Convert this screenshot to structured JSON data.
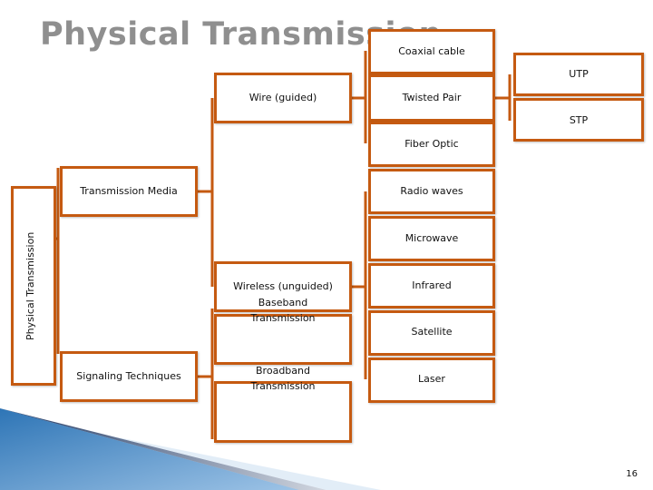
{
  "title": "Physical Transmission",
  "side_label": "Physical Transmission",
  "nodes": {
    "transmission_media": "Transmission Media",
    "signaling_techniques": "Signaling Techniques",
    "wire": "Wire (guided)",
    "wireless": "Wireless (unguided)",
    "baseband": "Baseband Transmission",
    "broadband": "Broadband Transmission",
    "coaxial": "Coaxial cable",
    "twisted_pair": "Twisted Pair",
    "fiber_optic": "Fiber Optic",
    "utp": "UTP",
    "stp": "STP",
    "radio_waves": "Radio waves",
    "microwave": "Microwave",
    "infrared": "Infrared",
    "satellite": "Satellite",
    "laser": "Laser"
  },
  "page_number": "16",
  "colors": {
    "border": "#c55a11",
    "title": "#8f8f8f",
    "accent_blue": "#2e75b6"
  }
}
